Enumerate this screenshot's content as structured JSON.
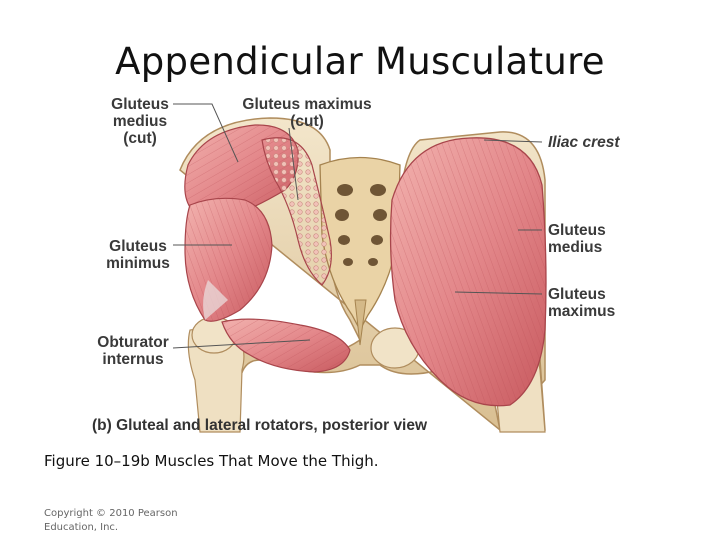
{
  "title": "Appendicular Musculature",
  "labels": {
    "gluteus_medius_cut": "Gluteus\nmedius\n(cut)",
    "gluteus_maximus_cut": "Gluteus maximus\n(cut)",
    "iliac_crest": "Iliac crest",
    "gluteus_minimus": "Gluteus\nminimus",
    "gluteus_medius": "Gluteus\nmedius",
    "gluteus_maximus": "Gluteus\nmaximus",
    "obturator_internus": "Obturator\ninternus"
  },
  "panel_caption": "(b) Gluteal and lateral rotators, posterior view",
  "figure_caption": "Figure 10–19b Muscles That Move the Thigh.",
  "copyright": "Copyright © 2010 Pearson Education, Inc.",
  "colors": {
    "muscle": "#e08a8a",
    "muscle_dark": "#c95a5e",
    "bone": "#ead7b4",
    "bone_shadow": "#c9ac7d",
    "leader_line": "#555555"
  }
}
